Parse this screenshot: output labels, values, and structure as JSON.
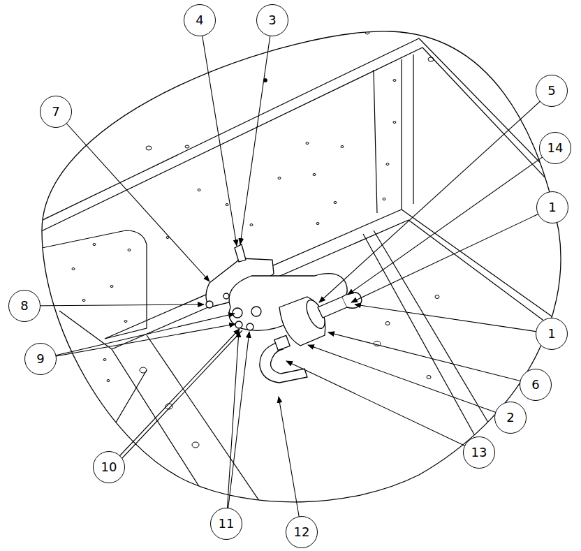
{
  "diagram": {
    "nodes": [
      {
        "text": [
          "4"
        ]
      },
      {
        "text": [
          "3"
        ]
      },
      {
        "text": [
          "5"
        ]
      },
      {
        "text": [
          "7"
        ]
      },
      {
        "text": [
          "14"
        ]
      },
      {
        "text": [
          "1"
        ]
      },
      {
        "text": [
          "8"
        ]
      },
      {
        "text": [
          "1"
        ]
      },
      {
        "text": [
          "9"
        ]
      },
      {
        "text": [
          "6"
        ]
      },
      {
        "text": [
          "2"
        ]
      },
      {
        "text": [
          "13"
        ]
      },
      {
        "text": [
          "10"
        ]
      },
      {
        "text": [
          "11"
        ]
      },
      {
        "text": [
          "12"
        ]
      }
    ]
  }
}
